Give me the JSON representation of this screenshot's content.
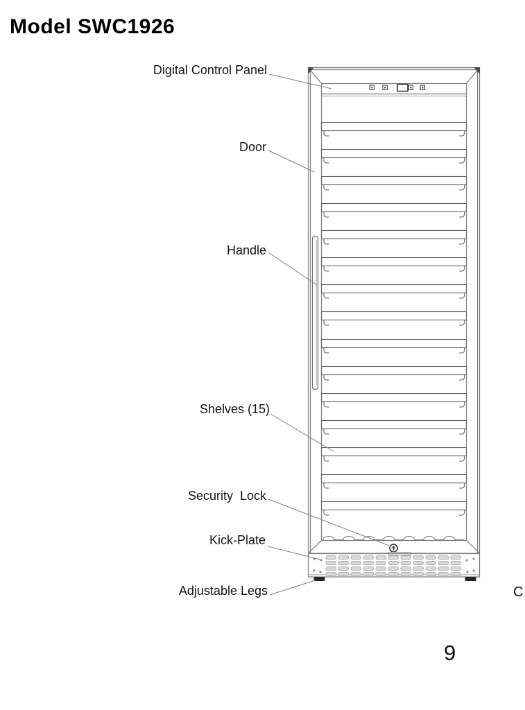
{
  "page": {
    "title": "Model SWC1926",
    "page_number": "9",
    "edge_fragment": "C"
  },
  "labels": {
    "digital_control_panel": "Digital Control Panel",
    "door": "Door",
    "handle": "Handle",
    "shelves": "Shelves (15)",
    "security_lock": "Security  Lock",
    "kick_plate": "Kick-Plate",
    "adjustable_legs": "Adjustable Legs"
  },
  "diagram": {
    "model": "SWC1926",
    "shelf_count": 15,
    "control_panel": {
      "button_count": 4,
      "display_count": 1
    },
    "kick_plate_vents": {
      "rows": 4,
      "cols": 11
    },
    "bottle_scallop_count": 7,
    "colors": {
      "line": "#7a7a7a",
      "shelf_line": "#616161",
      "dark": "#3c3c3c",
      "leader": "#808080",
      "vent_fill": "#d9d9d9",
      "vent_stroke": "#9a9a9a",
      "screw": "#8f8f8f",
      "foot": "#242424",
      "text": "#141414"
    }
  }
}
